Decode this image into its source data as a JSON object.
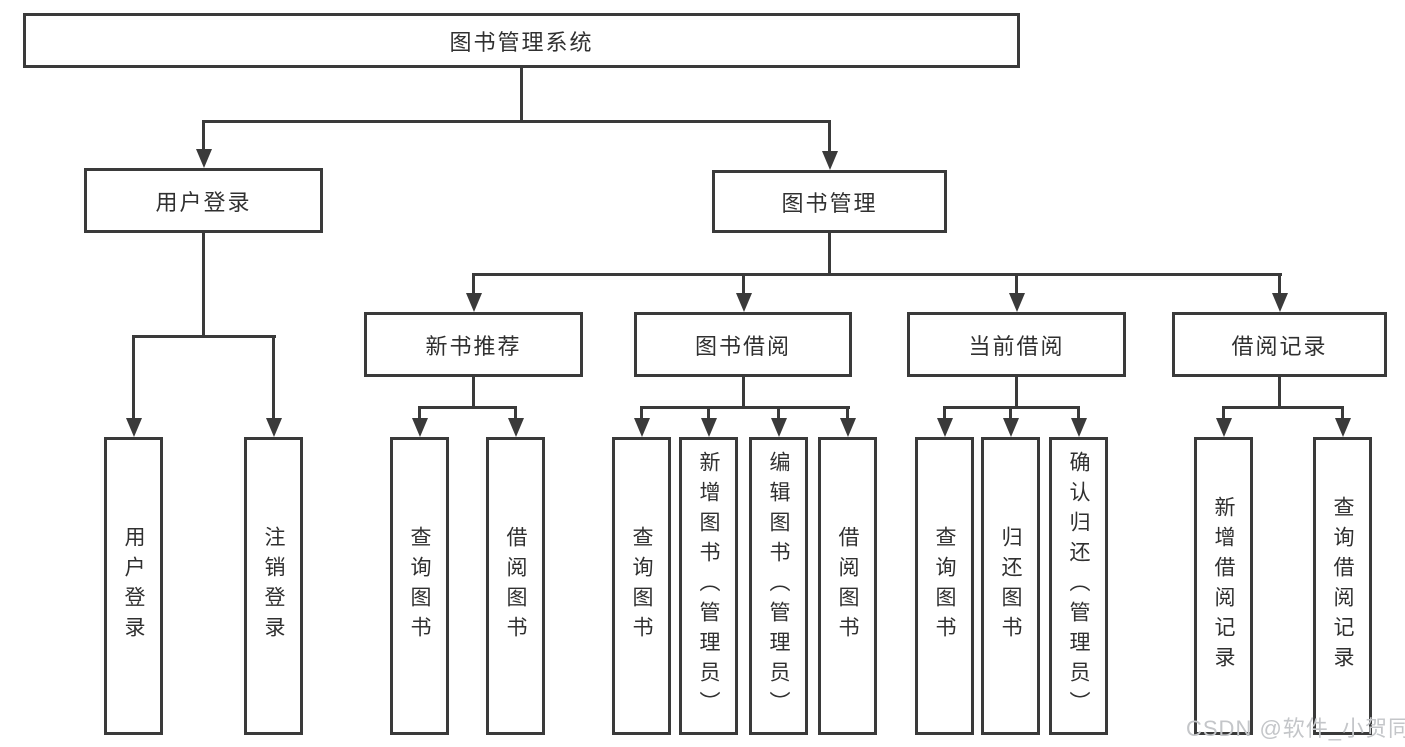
{
  "diagram": {
    "root": {
      "label": "图书管理系统"
    },
    "branches": [
      {
        "label": "用户登录",
        "children": [
          {
            "label": "用户登录"
          },
          {
            "label": "注销登录"
          }
        ]
      },
      {
        "label": "图书管理",
        "children": [
          {
            "label": "新书推荐",
            "children": [
              {
                "label": "查询图书"
              },
              {
                "label": "借阅图书"
              }
            ]
          },
          {
            "label": "图书借阅",
            "children": [
              {
                "label": "查询图书"
              },
              {
                "label": "新增图书（管理员）"
              },
              {
                "label": "编辑图书（管理员）"
              },
              {
                "label": "借阅图书"
              }
            ]
          },
          {
            "label": "当前借阅",
            "children": [
              {
                "label": "查询图书"
              },
              {
                "label": "归还图书"
              },
              {
                "label": "确认归还（管理员）"
              }
            ]
          },
          {
            "label": "借阅记录",
            "children": [
              {
                "label": "新增借阅记录"
              },
              {
                "label": "查询借阅记录"
              }
            ]
          }
        ]
      }
    ]
  },
  "watermark": {
    "text": "CSDN @软件_小贺同学"
  },
  "colors": {
    "line": "#3a3a3a",
    "text": "#303030",
    "watermark": "#c4c6c9",
    "background": "#ffffff"
  }
}
